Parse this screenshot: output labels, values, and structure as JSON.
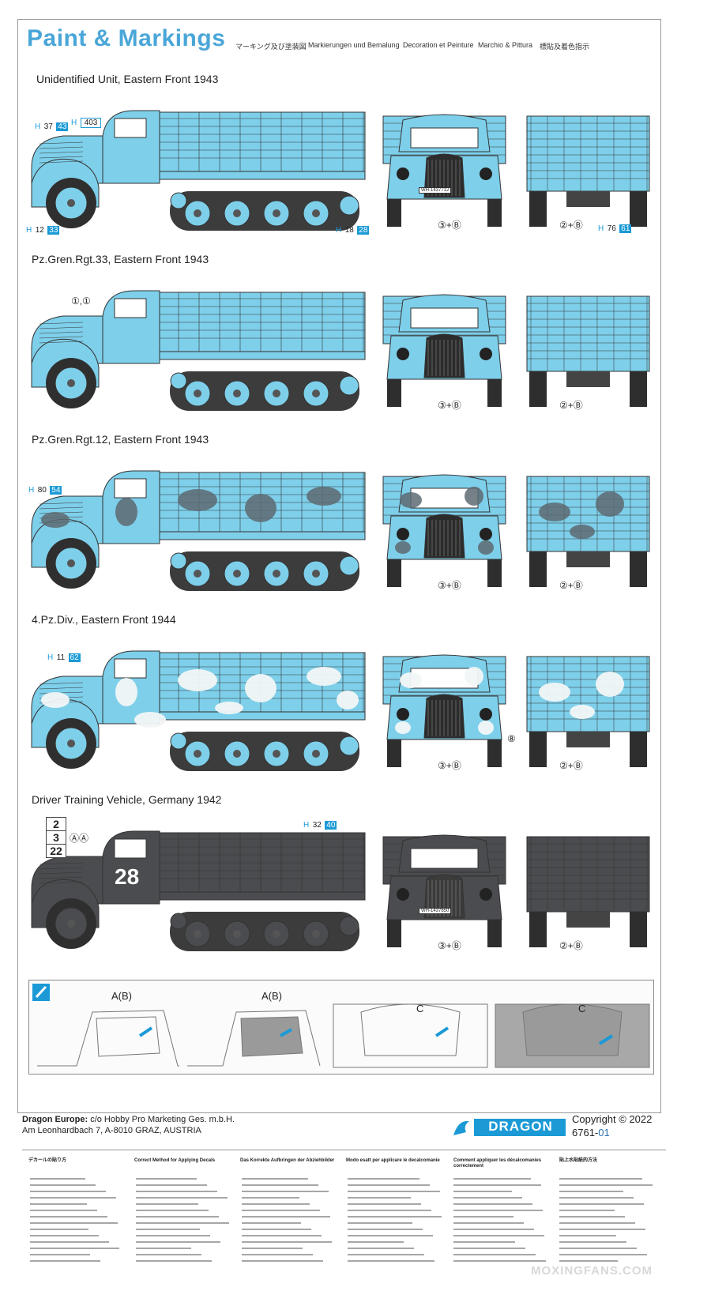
{
  "header": {
    "title": "Paint & Markings",
    "languages": [
      "マーキング及び塗装図",
      "Markierungen und Bemalung",
      "Decoration et Peinture",
      "Marchio & Pittura",
      "標貼及着色指示"
    ]
  },
  "sections": [
    {
      "title": "Unidentified Unit, Eastern Front 1943",
      "front_callout": "③+Ⓑ",
      "rear_callout": "②+Ⓑ",
      "plate": "WH-1437712",
      "side_tags": [
        {
          "h": "H",
          "n1": "37",
          "n2": "43"
        },
        {
          "h": "H",
          "n1": "",
          "n2": "403"
        },
        {
          "h": "H",
          "n1": "12",
          "n2": "33"
        },
        {
          "h": "H",
          "n1": "18",
          "n2": "28"
        }
      ],
      "rear_tag": {
        "h": "H",
        "n1": "76",
        "n2": "61"
      }
    },
    {
      "title": "Pz.Gren.Rgt.33, Eastern Front 1943",
      "front_callout": "③+Ⓑ",
      "rear_callout": "②+Ⓑ",
      "side_callout": "①,①"
    },
    {
      "title": "Pz.Gren.Rgt.12, Eastern Front 1943",
      "front_callout": "③+Ⓑ",
      "rear_callout": "②+Ⓑ",
      "side_tag": {
        "h": "H",
        "n1": "80",
        "n2": "54"
      }
    },
    {
      "title": "4.Pz.Div., Eastern Front 1944",
      "front_callout": "③+Ⓑ",
      "rear_callout": "②+Ⓑ",
      "front_extra": "⑧",
      "side_tag": {
        "h": "H",
        "n1": "11",
        "n2": "62"
      }
    },
    {
      "title": "Driver Training Vehicle, Germany 1942",
      "front_callout": "③+Ⓑ",
      "rear_callout": "②+Ⓑ",
      "number": "28",
      "plate": "WH-1437850",
      "side_callout": "ⒶⒶ",
      "top_tag": {
        "h": "H",
        "n1": "32",
        "n2": "40"
      },
      "plate_digits": [
        "2",
        "3",
        "22"
      ]
    }
  ],
  "inset": {
    "labels": [
      "A(B)",
      "A(B)",
      "C",
      "C"
    ]
  },
  "footer": {
    "company": "Dragon Europe:",
    "address1": "c/o Hobby Pro Marketing Ges. m.b.H.",
    "address2": "Am Leonhardbach 7, A-8010 GRAZ, AUSTRIA",
    "logo_text": "DRAGON",
    "copyright": "Copyright © 2022",
    "code_main": "6761-",
    "code_sub": "01"
  },
  "instructions": [
    {
      "title": "デカールの貼り方"
    },
    {
      "title": "Correct Method for Applying Decals"
    },
    {
      "title": "Das Korrekte Aufbringen der Abziehbilder"
    },
    {
      "title": "Modo esatt per applicare le decalcomanie"
    },
    {
      "title": "Comment appliquer les décalcomanies correctement"
    },
    {
      "title": "貼上水貼紙的方法"
    }
  ],
  "watermark": "MOXINGFANS.COM",
  "colors": {
    "title": "#4aa6d8",
    "light_blue": "#7ecfea",
    "grey": "#5a5a5a",
    "dark_grey": "#4b4c4f",
    "tag_blue": "#1b9ad6",
    "code_blue": "#2a6fb0"
  }
}
